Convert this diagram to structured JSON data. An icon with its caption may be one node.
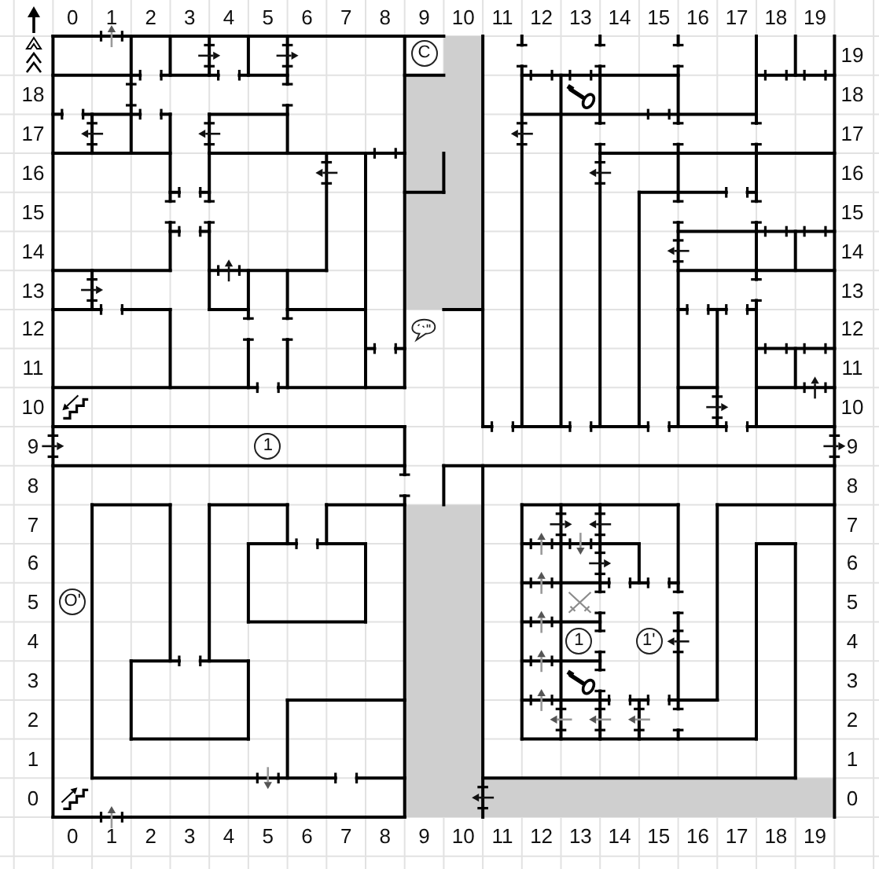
{
  "diagram": {
    "nodes": [
      {
        "text": [
          "C"
        ]
      },
      {
        "text": [
          "1"
        ]
      },
      {
        "text": [
          "O'"
        ]
      },
      {
        "text": [
          "1"
        ]
      },
      {
        "text": [
          "1'"
        ]
      }
    ],
    "labels": [
      "0",
      "1",
      "2",
      "3",
      "4",
      "5",
      "6",
      "7",
      "8",
      "9",
      "10",
      "11",
      "12",
      "13",
      "14",
      "15",
      "16",
      "17",
      "18",
      "19",
      "19",
      "18",
      "18",
      "17",
      "17",
      "16",
      "16",
      "15",
      "15",
      "14",
      "14",
      "13",
      "13",
      "12",
      "12",
      "11",
      "11",
      "10",
      "10",
      "9",
      "9",
      "8",
      "8",
      "7",
      "7",
      "6",
      "6",
      "5",
      "5",
      "4",
      "4",
      "3",
      "3",
      "2",
      "2",
      "1",
      "1",
      "0",
      "0",
      "0",
      "1",
      "2",
      "3",
      "4",
      "5",
      "6",
      "7",
      "8",
      "9",
      "10",
      "11",
      "12",
      "13",
      "14",
      "15",
      "16",
      "17",
      "18",
      "19"
    ]
  }
}
